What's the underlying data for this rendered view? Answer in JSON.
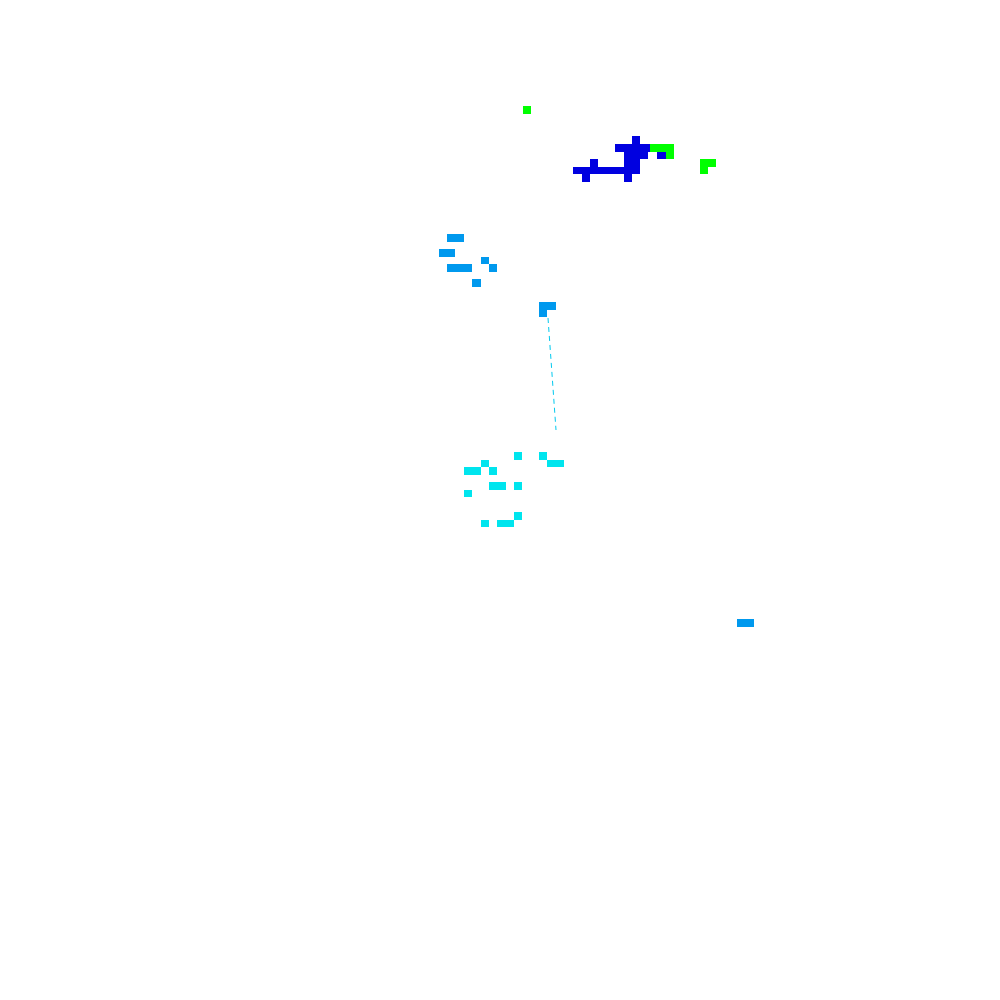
{
  "canvas": {
    "background": "#ffffff"
  },
  "palette": {
    "dark_blue": "#0000e0",
    "green": "#00ff00",
    "sky_blue": "#0099ee",
    "cyan": "#00e5ee"
  },
  "clusters": [
    {
      "name": "green-pixel-cluster",
      "color_key": "green"
    },
    {
      "name": "dark-blue-pixel-cluster",
      "color_key": "dark_blue"
    },
    {
      "name": "sky-blue-pixel-cluster",
      "color_key": "sky_blue"
    },
    {
      "name": "cyan-pixel-cluster",
      "color_key": "cyan"
    }
  ]
}
